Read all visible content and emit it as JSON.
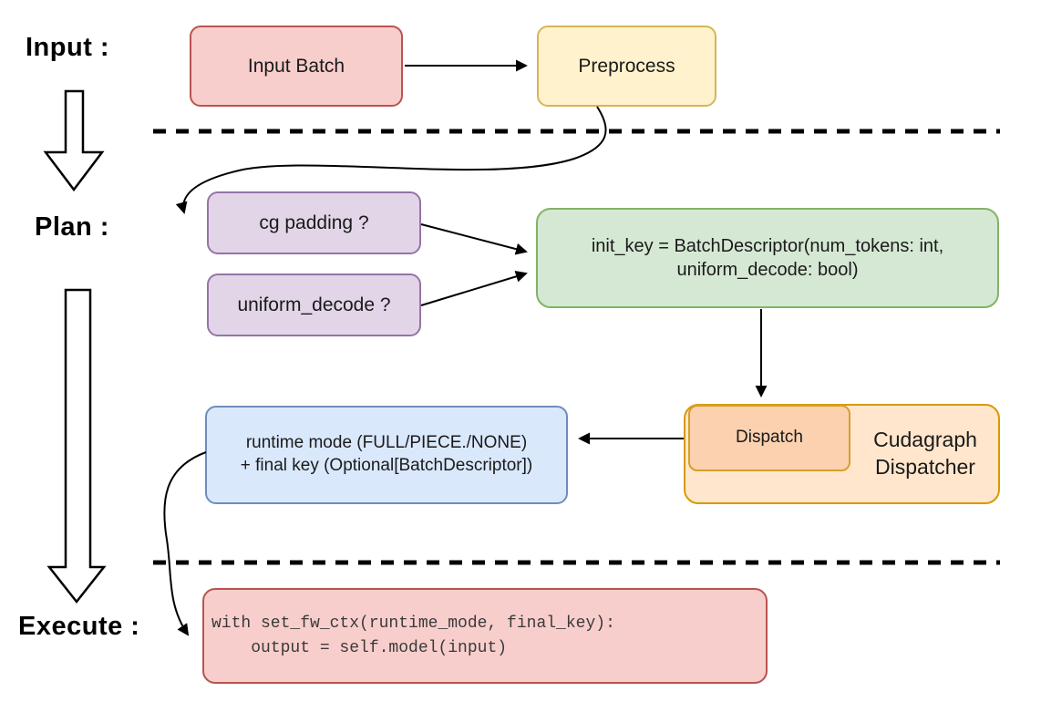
{
  "stage_labels": {
    "input": "Input :",
    "plan": "Plan :",
    "execute": "Execute :"
  },
  "nodes": {
    "input_batch": {
      "label": "Input Batch"
    },
    "preprocess": {
      "label": "Preprocess"
    },
    "cg_padding": {
      "label": "cg padding ?"
    },
    "uniform_decode": {
      "label": "uniform_decode ?"
    },
    "init_key": {
      "line1": "init_key = BatchDescriptor(num_tokens: int,",
      "line2": "uniform_decode: bool)"
    },
    "dispatch": {
      "label": "Dispatch"
    },
    "cudagraph_dispatcher": {
      "line1": "Cudagraph",
      "line2": "Dispatcher"
    },
    "runtime_mode": {
      "line1": "runtime mode (FULL/PIECE./NONE)",
      "line2": "+ final key (Optional[BatchDescriptor])"
    },
    "execute_code": {
      "line1": "with set_fw_ctx(runtime_mode, final_key):",
      "line2": "    output = self.model(input)"
    }
  },
  "edges": [
    {
      "from": "input_batch",
      "to": "preprocess",
      "style": "straight-arrow"
    },
    {
      "from": "preprocess",
      "to": "cg_padding",
      "style": "curved-arrow"
    },
    {
      "from": "cg_padding",
      "to": "init_key",
      "style": "straight-arrow"
    },
    {
      "from": "uniform_decode",
      "to": "init_key",
      "style": "straight-arrow"
    },
    {
      "from": "init_key",
      "to": "dispatch",
      "style": "straight-arrow"
    },
    {
      "from": "dispatch",
      "to": "runtime_mode",
      "style": "straight-arrow"
    },
    {
      "from": "runtime_mode",
      "to": "execute_code",
      "style": "curved-arrow"
    }
  ],
  "separators": [
    {
      "between": "input-and-plan",
      "style": "dashed"
    },
    {
      "between": "plan-and-execute",
      "style": "dashed"
    }
  ],
  "palette": {
    "pink_fill": "#f8cecc",
    "pink_border": "#b85450",
    "yellow_fill": "#fff2cc",
    "yellow_border": "#d6b656",
    "purple_fill": "#e1d5e7",
    "purple_border": "#9673a6",
    "green_fill": "#d5e8d4",
    "green_border": "#82b366",
    "orange_fill": "#ffe6cc",
    "orange_border": "#d79b00",
    "peach_fill": "#fbd1b0",
    "peach_border": "#d6a02b",
    "blue_fill": "#dae8fc",
    "blue_border": "#6c8ebf",
    "line_color": "#000000"
  }
}
